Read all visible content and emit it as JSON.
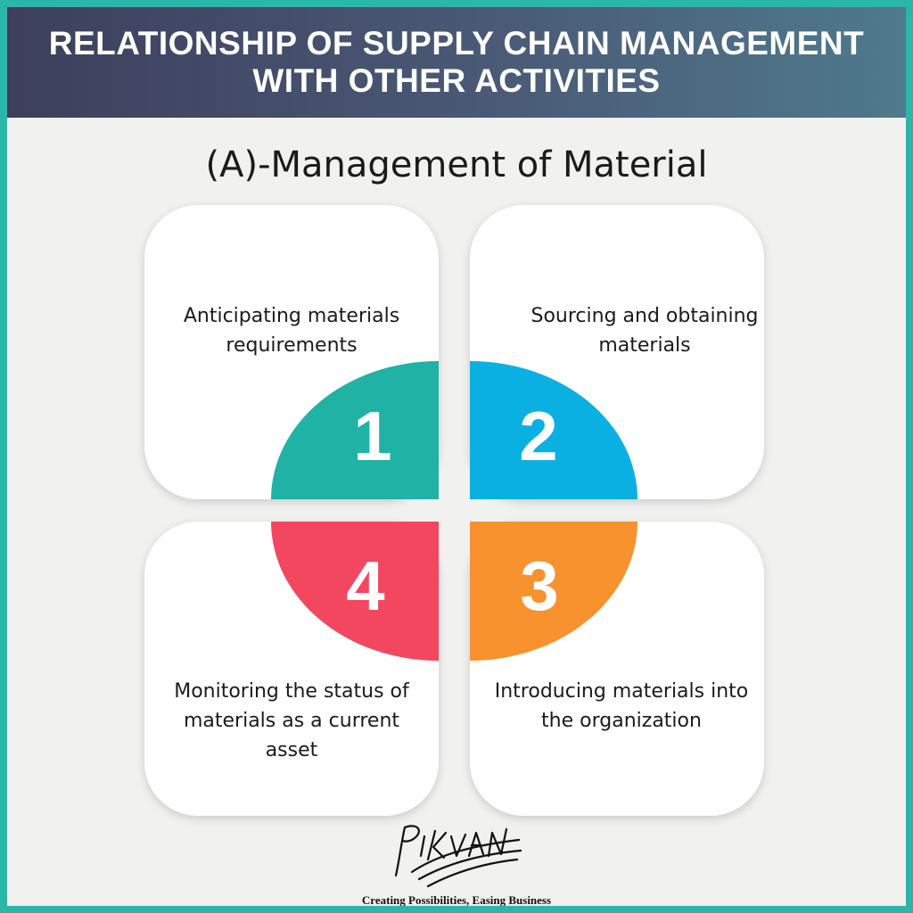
{
  "banner": {
    "line1": "RELATIONSHIP OF SUPPLY CHAIN MANAGEMENT",
    "line2": "WITH OTHER ACTIVITIES"
  },
  "subtitle": "(A)-Management of Material",
  "steps": [
    {
      "number": "1",
      "line1": "Anticipating materials",
      "line2": "requirements",
      "line3": "",
      "color": "#20b2a4"
    },
    {
      "number": "2",
      "line1": "Sourcing and obtaining",
      "line2": "materials",
      "line3": "",
      "color": "#0bb0e3"
    },
    {
      "number": "3",
      "line1": "Introducing materials into",
      "line2": "the organization",
      "line3": "",
      "color": "#f7922e"
    },
    {
      "number": "4",
      "line1": "Monitoring the status of",
      "line2": "materials as a current",
      "line3": "asset",
      "color": "#f3475f"
    }
  ],
  "logo": {
    "text": "PIKVAN",
    "icon": "pikvan-signature-logo"
  },
  "tagline": "Creating Possibilities, Easing Business"
}
